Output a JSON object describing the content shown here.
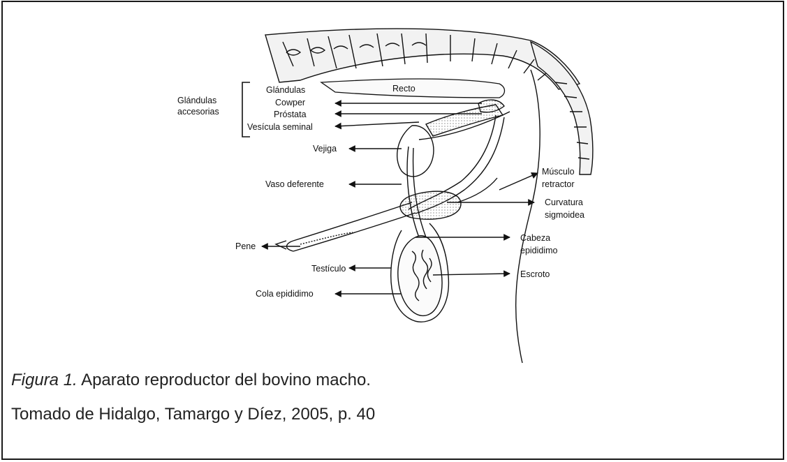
{
  "diagram": {
    "labels": {
      "glandulas_accesorias_1": "Glándulas",
      "glandulas_accesorias_2": "accesorias",
      "glandulas": "Glándulas",
      "cowper": "Cowper",
      "prostata": "Próstata",
      "vesicula_seminal": "Vesícula seminal",
      "recto": "Recto",
      "vejiga": "Vejiga",
      "vaso_deferente": "Vaso deferente",
      "musculo_retractor_1": "Músculo",
      "musculo_retractor_2": "retractor",
      "curvatura_sigmoidea_1": "Curvatura",
      "curvatura_sigmoidea_2": "sigmoidea",
      "pene": "Pene",
      "cabeza_epididimo_1": "Cabeza",
      "cabeza_epididimo_2": "epididimo",
      "testiculo": "Testículo",
      "escroto": "Escroto",
      "cola_epididimo": "Cola epididimo"
    }
  },
  "caption": {
    "figure_label": "Figura 1.",
    "text": " Aparato reproductor del bovino macho.",
    "source": "Tomado de Hidalgo, Tamargo y Díez, 2005, p. 40"
  }
}
